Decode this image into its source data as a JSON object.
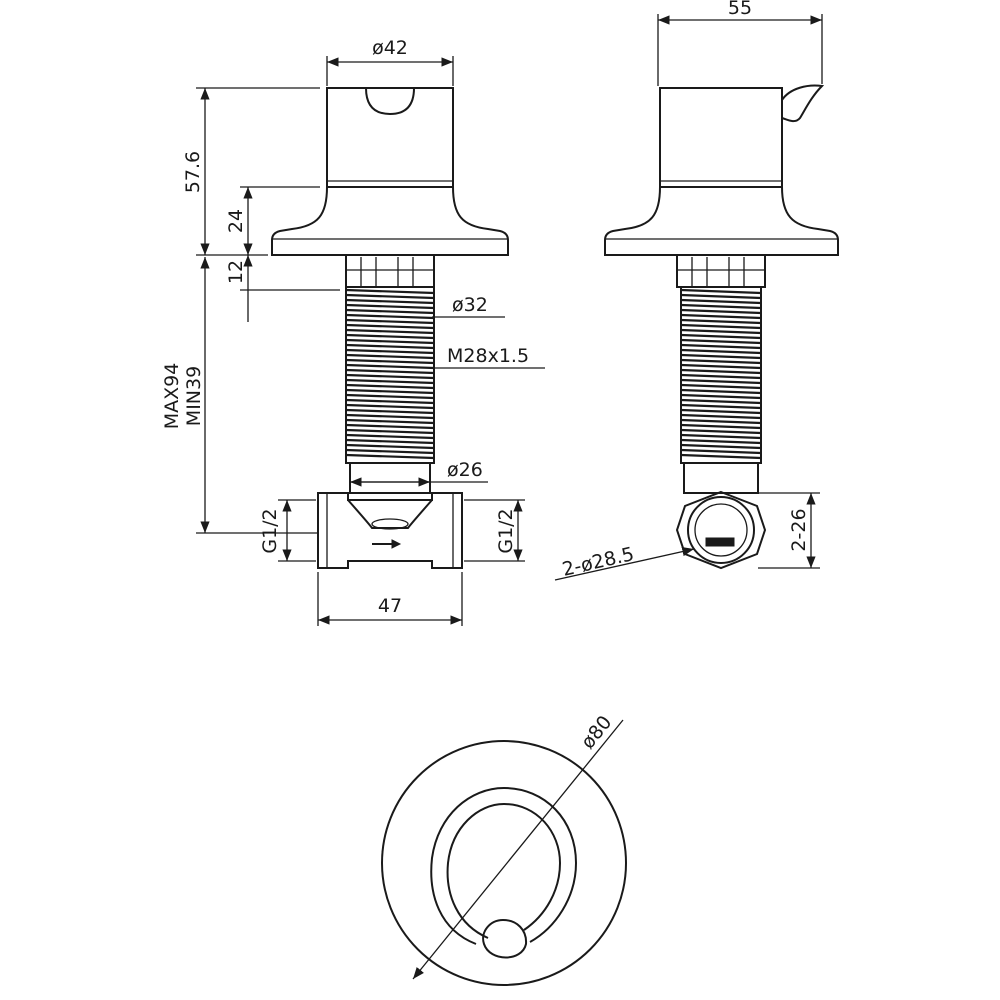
{
  "views": {
    "front": {
      "dims": {
        "top_diameter": "ø42",
        "total_height": "57.6",
        "flange_height": "24",
        "collar_height": "12",
        "thread_diameter": "ø32",
        "thread_spec": "M28x1.5",
        "body_diameter": "ø26",
        "depth_max": "MAX94",
        "depth_min": "MIN39",
        "inlet_left": "G1/2",
        "inlet_right": "G1/2",
        "body_width": "47"
      }
    },
    "side": {
      "dims": {
        "depth": "55",
        "port_diameter": "2-ø28.5",
        "port_height": "2-26"
      }
    },
    "top": {
      "dims": {
        "plate_diameter": "ø80"
      }
    }
  },
  "colors": {
    "line": "#1a1a1a",
    "background": "#ffffff"
  }
}
